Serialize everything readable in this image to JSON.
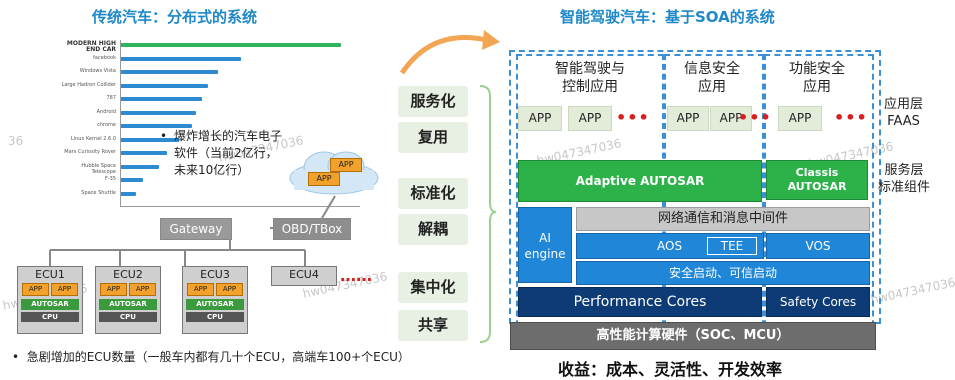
{
  "left": {
    "title": "传统汽车：分布式的系统",
    "chart_rows": [
      {
        "label": "MODERN HIGH END CAR",
        "value": 100
      },
      {
        "label": "facebook",
        "value": 62
      },
      {
        "label": "Windows Vista",
        "value": 50
      },
      {
        "label": "Large Hadron Collider",
        "value": 45
      },
      {
        "label": "787",
        "value": 42
      },
      {
        "label": "Android",
        "value": 39
      },
      {
        "label": "chrome",
        "value": 37
      },
      {
        "label": "Linux Kernel 2.6.0",
        "value": 30
      },
      {
        "label": "Mars Curiosity Rover",
        "value": 24
      },
      {
        "label": "Hubble Space Telescope",
        "value": 20
      },
      {
        "label": "F-35",
        "value": 12
      },
      {
        "label": "Space Shuttle",
        "value": 8
      }
    ],
    "note1_line1": "爆炸增长的汽车电子",
    "note1_line2": "软件（当前2亿行，",
    "note1_line3": "未来10亿行）",
    "cloud_app1": "APP",
    "cloud_app2": "APP",
    "gateway": "Gateway",
    "obd": "OBD/TBox",
    "ecus": [
      {
        "name": "ECU1",
        "app1": "APP",
        "app2": "APP",
        "autosar": "AUTOSAR",
        "cpu": "CPU"
      },
      {
        "name": "ECU2",
        "app1": "APP",
        "app2": "APP",
        "autosar": "AUTOSAR",
        "cpu": "CPU"
      },
      {
        "name": "ECU3",
        "app1": "APP",
        "app2": "APP",
        "autosar": "AUTOSAR",
        "cpu": "CPU"
      }
    ],
    "ecu4": "ECU4",
    "ecu_dots": "……",
    "note2": "急剧增加的ECU数量（一般车内都有几十个ECU，高端车100+个ECU）"
  },
  "middle": {
    "pills": [
      "服务化",
      "复用",
      "标准化",
      "解耦",
      "集中化",
      "共享"
    ]
  },
  "right": {
    "title": "智能驾驶汽车：基于SOA的系统",
    "col1_title_l1": "智能驾驶与",
    "col1_title_l2": "控制应用",
    "col2_title_l1": "信息安全",
    "col2_title_l2": "应用",
    "col3_title_l1": "功能安全",
    "col3_title_l2": "应用",
    "app": "APP",
    "dots": "•••",
    "adaptive": "Adaptive  AUTOSAR",
    "classic_l1": "Classis",
    "classic_l2": "AUTOSAR",
    "ai_l1": "AI",
    "ai_l2": "engine",
    "middleware": "网络通信和消息中间件",
    "aos": "AOS",
    "tee": "TEE",
    "vos": "VOS",
    "secure_boot": "安全启动、可信启动",
    "perf": "Performance Cores",
    "safety": "Safety Cores",
    "hw": "高性能计算硬件（SOC、MCU）",
    "benefit": "收益：成本、灵活性、开发效率",
    "app_layer_l1": "应用层",
    "app_layer_l2": "FAAS",
    "svc_layer_l1": "服务层",
    "svc_layer_l2": "标准组件"
  },
  "watermark": "hw047347036",
  "watermark_short": "36",
  "colors": {
    "title": "#1e88c8",
    "green": "#2fb35b",
    "blue": "#2e8bd1",
    "dark_blue": "#0d3b76",
    "gray": "#6d6d6d"
  }
}
